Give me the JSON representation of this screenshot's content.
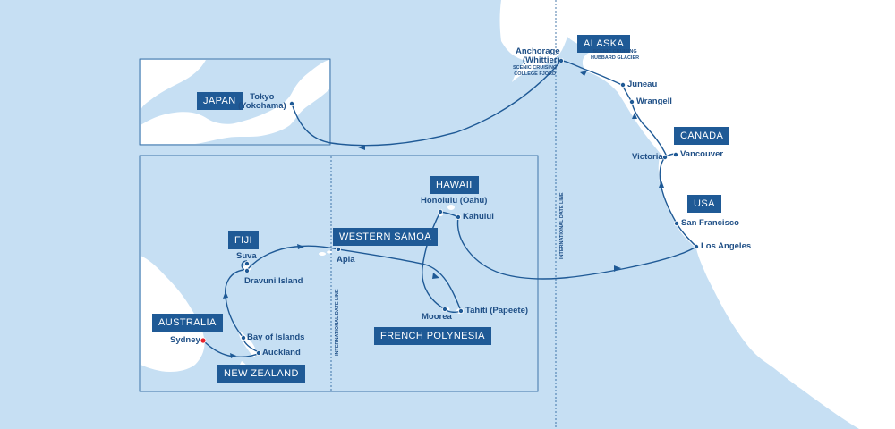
{
  "regions": {
    "alaska": "ALASKA",
    "canada": "CANADA",
    "usa": "USA",
    "japan": "JAPAN",
    "hawaii": "HAWAII",
    "western_samoa": "WESTERN SAMOA",
    "fiji": "FIJI",
    "australia": "AUSTRALIA",
    "new_zealand": "NEW ZEALAND",
    "french_polynesia": "FRENCH POLYNESIA"
  },
  "ports": {
    "anchorage": "Anchorage\n(Whittier)",
    "juneau": "Juneau",
    "wrangell": "Wrangell",
    "victoria": "Victoria",
    "vancouver": "Vancouver",
    "san_francisco": "San Francisco",
    "los_angeles": "Los Angeles",
    "tokyo": "Tokyo\n(Yokohama)",
    "honolulu": "Honolulu (Oahu)",
    "kahului": "Kahului",
    "apia": "Apia",
    "suva": "Suva",
    "dravuni": "Dravuni Island",
    "moorea": "Moorea",
    "tahiti": "Tahiti (Papeete)",
    "sydney": "Sydney",
    "bay_of_islands": "Bay of Islands",
    "auckland": "Auckland"
  },
  "scenic": {
    "college_fjord": "SCENIC CRUISING\nCOLLEGE FJORD",
    "hubbard_glacier": "SCENIC CRUISING\nHUBBARD GLACIER"
  },
  "date_line": {
    "label": "INTERNATIONAL DATE LINE"
  },
  "colors": {
    "ocean": "#c6dff3",
    "land": "#ffffff",
    "route": "#1f5a96",
    "badge": "#1f5a96",
    "start_marker": "#e8202a"
  }
}
